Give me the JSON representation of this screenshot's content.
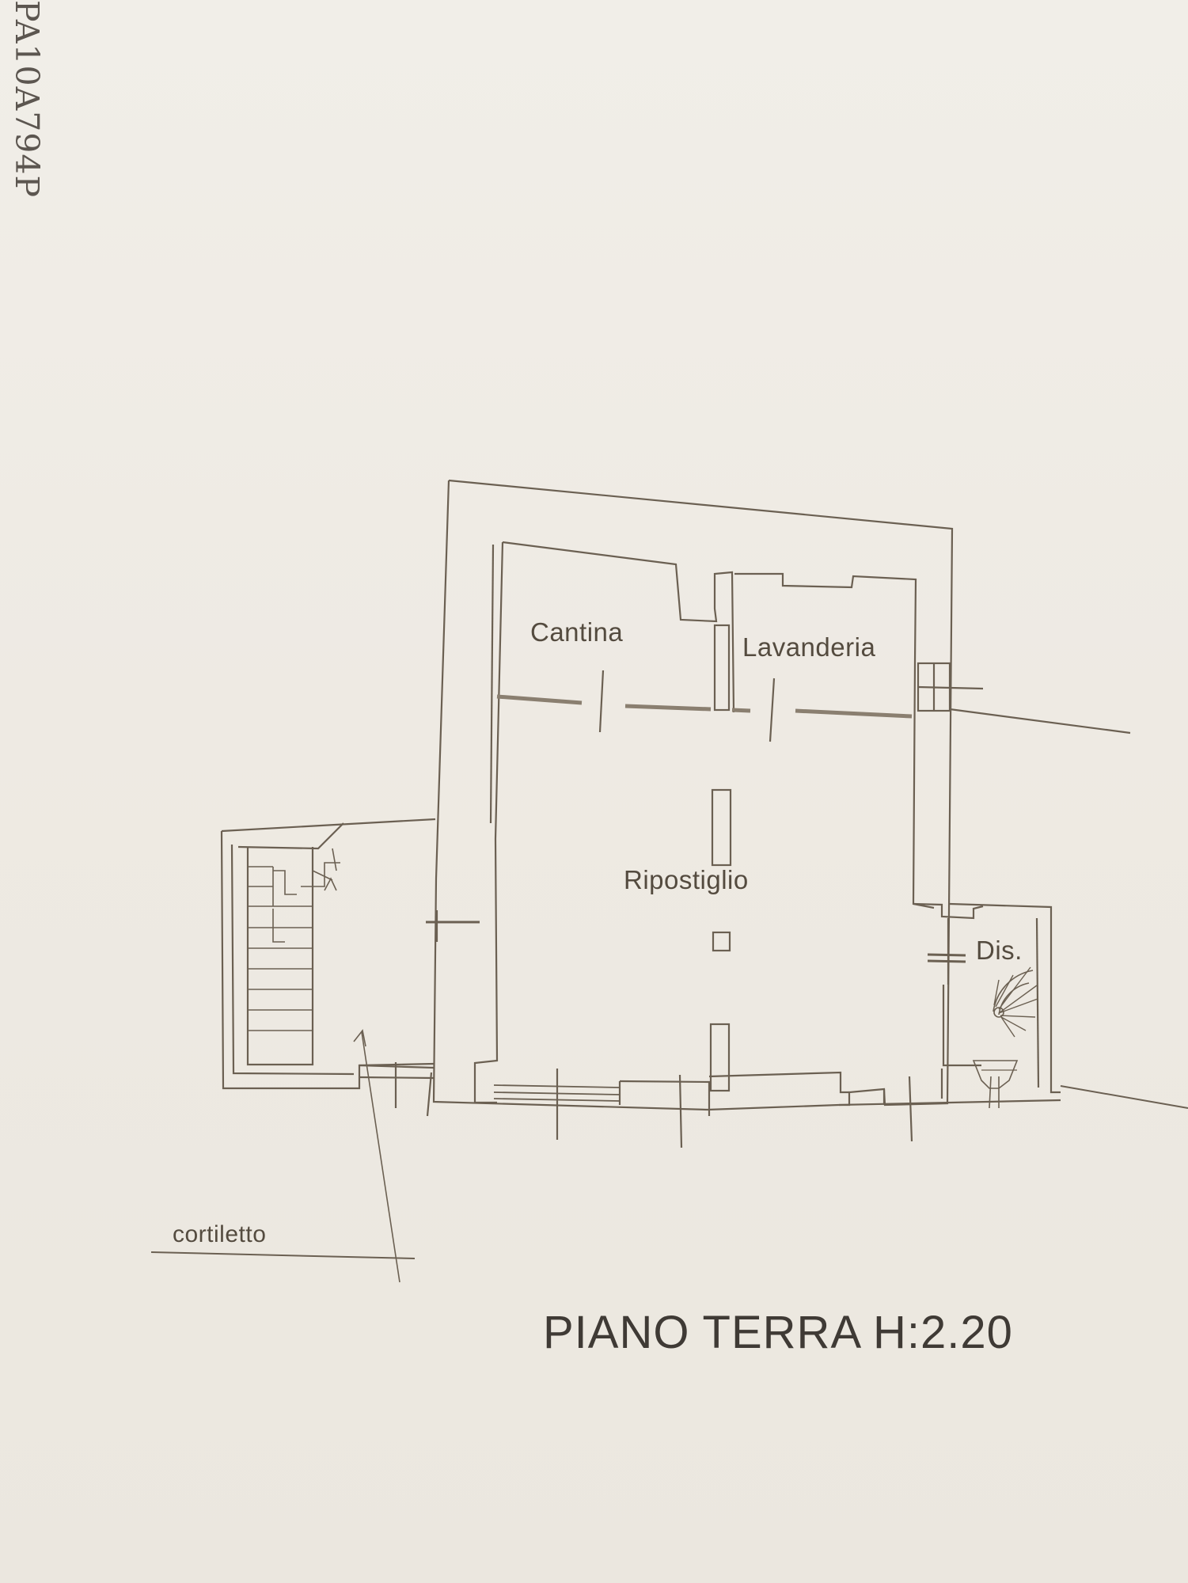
{
  "document": {
    "reference_code": "PA10A794P",
    "floor_title": "PIANO TERRA H:2.20"
  },
  "rooms": {
    "cantina": "Cantina",
    "lavanderia": "Lavanderia",
    "ripostiglio": "Ripostiglio",
    "disimpegno": "Dis.",
    "cortiletto": "cortiletto"
  },
  "colors": {
    "paper": "#eeeae2",
    "line": "#6b6052",
    "text": "#544b3f",
    "title": "#3f3a35"
  }
}
